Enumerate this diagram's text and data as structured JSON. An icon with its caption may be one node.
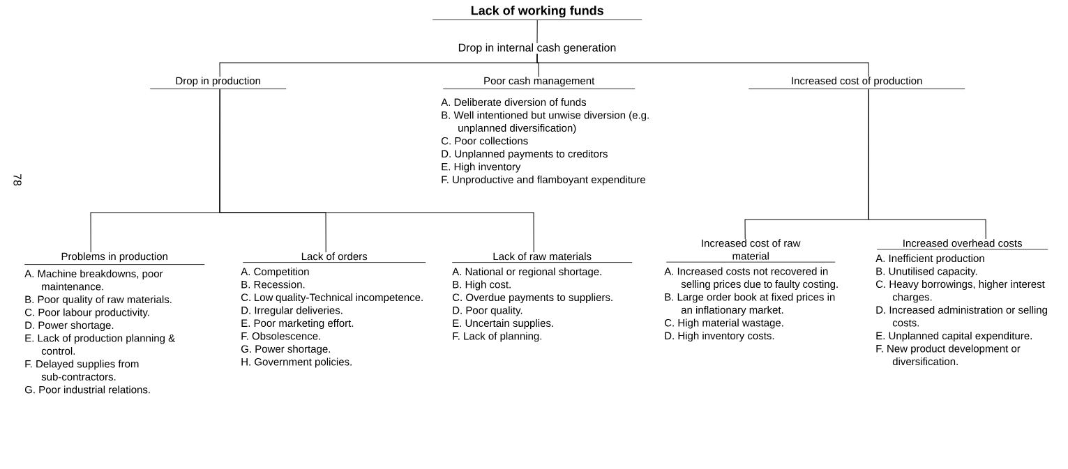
{
  "diagram": {
    "nodes": [
      {
        "text": [
          "Lack of working funds"
        ]
      },
      {
        "text": [
          "Drop in internal cash generation"
        ]
      },
      {
        "text": [
          "Drop in production"
        ]
      },
      {
        "text": [
          "Poor cash management",
          "A. Deliberate diversion of funds",
          "B. Well intentioned but unwise diversion (e.g. unplanned diversification)",
          "C. Poor collections",
          "D. Unplanned payments to creditors",
          "E. High inventory",
          "F. Unproductive and flamboyant expenditure"
        ]
      },
      {
        "text": [
          "Increased cost of production"
        ]
      },
      {
        "text": [
          "Problems in production",
          "A. Machine breakdowns, poor maintenance.",
          "B. Poor quality of raw materials.",
          "C. Poor labour productivity.",
          "D. Power shortage.",
          "E. Lack of production planning & control.",
          "F. Delayed supplies from sub-contractors.",
          "G. Poor industrial relations."
        ]
      },
      {
        "text": [
          "Lack of orders",
          "A. Competition",
          "B. Recession.",
          "C. Low quality-Technical incompetence.",
          "D. Irregular deliveries.",
          "E. Poor marketing effort.",
          "F. Obsolescence.",
          "G. Power shortage.",
          "H. Government policies."
        ]
      },
      {
        "text": [
          "Lack of raw materials",
          "A. National or regional shortage.",
          "B. High cost.",
          "C. Overdue payments to suppliers.",
          "D. Poor quality.",
          "E. Uncertain supplies.",
          "F. Lack of planning."
        ]
      },
      {
        "text": [
          "Increased cost of raw material",
          "A. Increased costs not recovered in selling prices due to faulty costing.",
          "B. Large order book at fixed prices in an inflationary market.",
          "C. High material wastage.",
          "D. High inventory costs."
        ]
      },
      {
        "text": [
          "Increased overhead costs",
          "A. Inefficient production",
          "B. Unutilised capacity.",
          "C. Heavy borrowings, higher interest charges.",
          "D. Increased administration or selling costs.",
          "E. Unplanned capital expenditure.",
          "F. New product development or diversification."
        ]
      }
    ],
    "edges": [
      {
        "from": 0,
        "to": 1,
        "arrow": "none"
      },
      {
        "from": 1,
        "to": 2,
        "arrow": "none"
      },
      {
        "from": 1,
        "to": 3,
        "arrow": "none"
      },
      {
        "from": 1,
        "to": 4,
        "arrow": "none"
      },
      {
        "from": 2,
        "to": 5,
        "arrow": "none"
      },
      {
        "from": 2,
        "to": 6,
        "arrow": "none"
      },
      {
        "from": 2,
        "to": 7,
        "arrow": "none"
      },
      {
        "from": 4,
        "to": 8,
        "arrow": "none"
      },
      {
        "from": 4,
        "to": 9,
        "arrow": "none"
      }
    ],
    "labels": [
      "78"
    ]
  }
}
